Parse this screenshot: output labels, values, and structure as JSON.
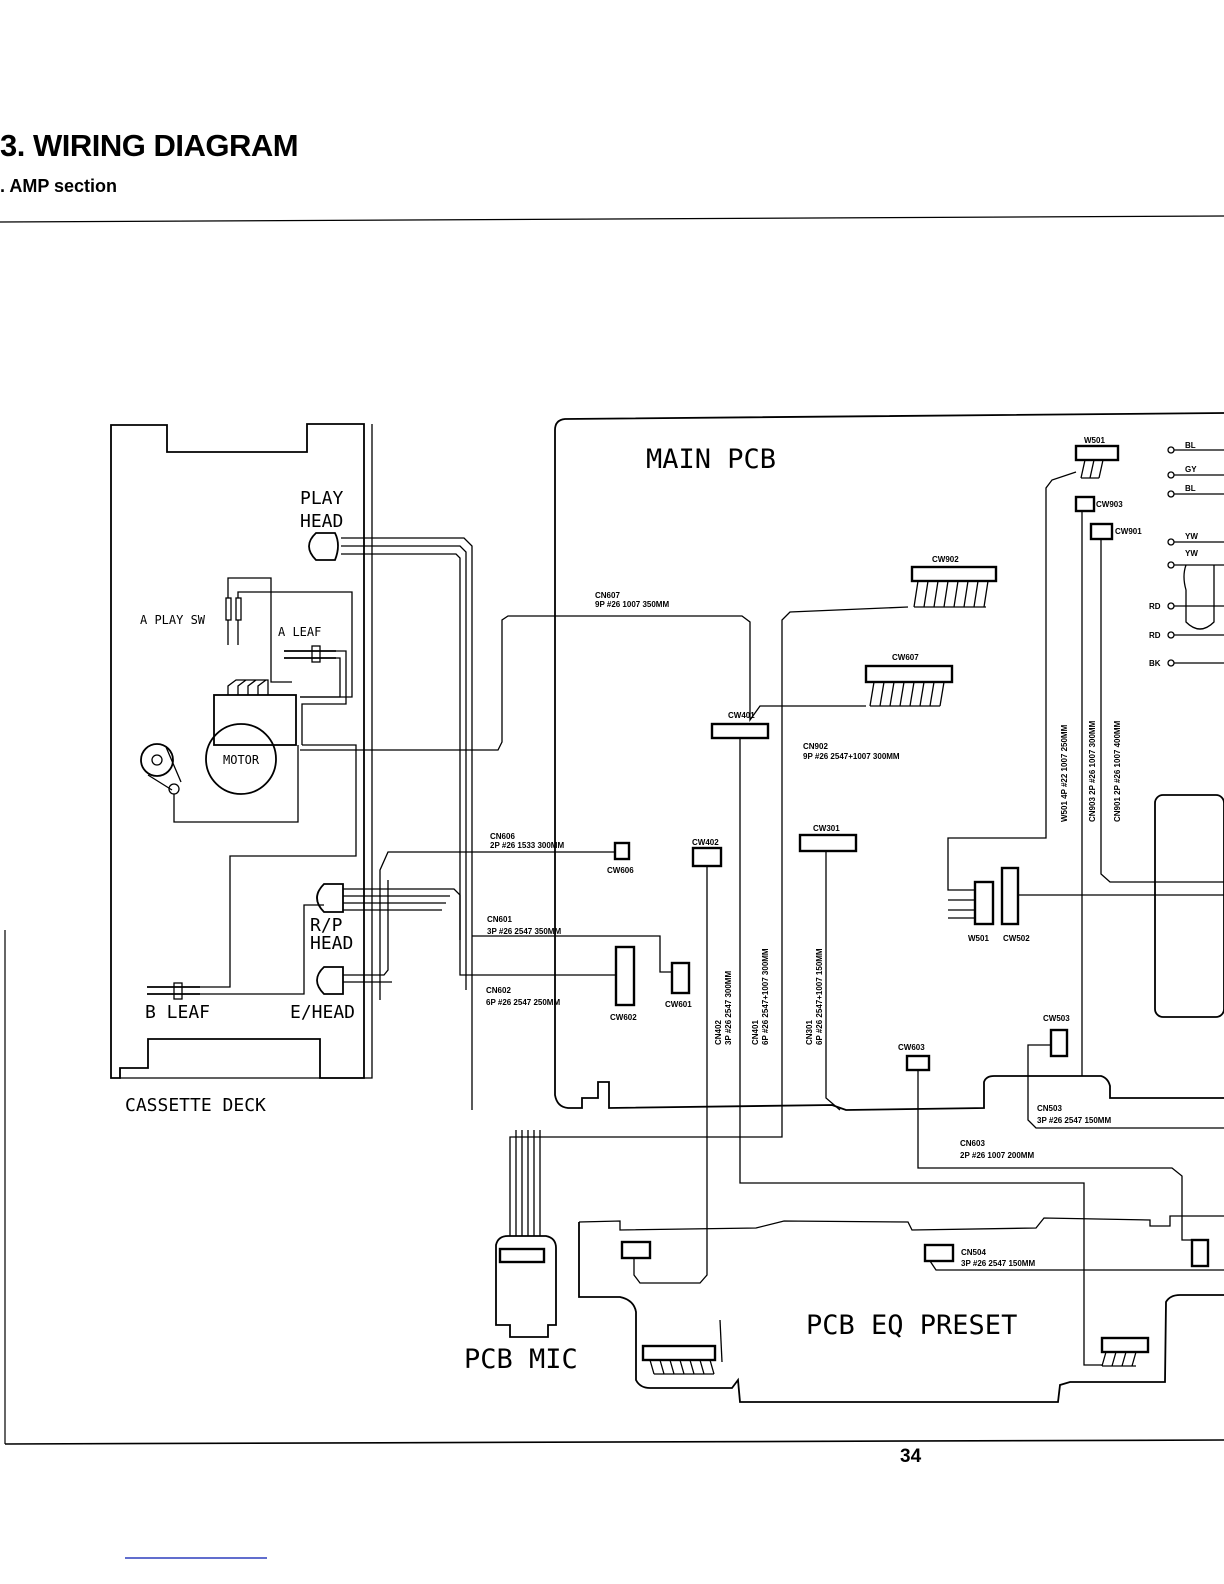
{
  "header": {
    "title": "3. WIRING DIAGRAM",
    "subtitle": ". AMP section"
  },
  "page_number": "34",
  "blocks": {
    "main_pcb": "MAIN PCB",
    "cassette_deck": "CASSETTE DECK",
    "pcb_mic": "PCB MIC",
    "pcb_eq_preset": "PCB EQ PRESET"
  },
  "deck_parts": {
    "play_head": [
      "PLAY",
      "HEAD"
    ],
    "a_play_sw": "A PLAY SW",
    "a_leaf": "A LEAF",
    "motor": "MOTOR",
    "rp_head": [
      "R/P",
      "HEAD"
    ],
    "b_leaf": "B LEAF",
    "e_head": "E/HEAD"
  },
  "connectors": {
    "w501": "W501",
    "cw903": "CW903",
    "cw901": "CW901",
    "cw902": "CW902",
    "cw607": "CW607",
    "cw401": "CW401",
    "cw402": "CW402",
    "cw301": "CW301",
    "cw606": "CW606",
    "cw601": "CW601",
    "cw602": "CW602",
    "w501b": "W501",
    "cw502": "CW502",
    "cw503": "CW503",
    "cw603": "CW603"
  },
  "wire_labels": {
    "cn607": [
      "CN607",
      "9P  #26  1007  350MM"
    ],
    "cn902": [
      "CN902",
      "9P  #26  2547+1007  300MM"
    ],
    "cn606": [
      "CN606",
      "2P  #26  1533  300MM"
    ],
    "cn601": [
      "CN601",
      "3P  #26  2547  350MM"
    ],
    "cn602": [
      "CN602",
      "6P  #26  2547  250MM"
    ],
    "cn402": [
      "CN402",
      "3P  #26  2547  300MM"
    ],
    "cn401": [
      "CN401",
      "6P  #26  2547+1007  300MM"
    ],
    "cn301": [
      "CN301",
      "6P  #26  2547+1007  150MM"
    ],
    "w501": [
      "W501  4P  #22  1007  250MM"
    ],
    "cn903": [
      "CN903  2P  #26  1007  300MM"
    ],
    "cn901": [
      "CN901  2P  #26  1007  400MM"
    ],
    "cn503": [
      "CN503",
      "3P  #26  2547  150MM"
    ],
    "cn603": [
      "CN603",
      "2P  #26  1007  200MM"
    ],
    "cn504": [
      "CN504",
      "3P  #26  2547  150MM"
    ]
  },
  "terminals": [
    "BL",
    "GY",
    "BL",
    "YW",
    "YW",
    "RD",
    "RD",
    "BK"
  ]
}
